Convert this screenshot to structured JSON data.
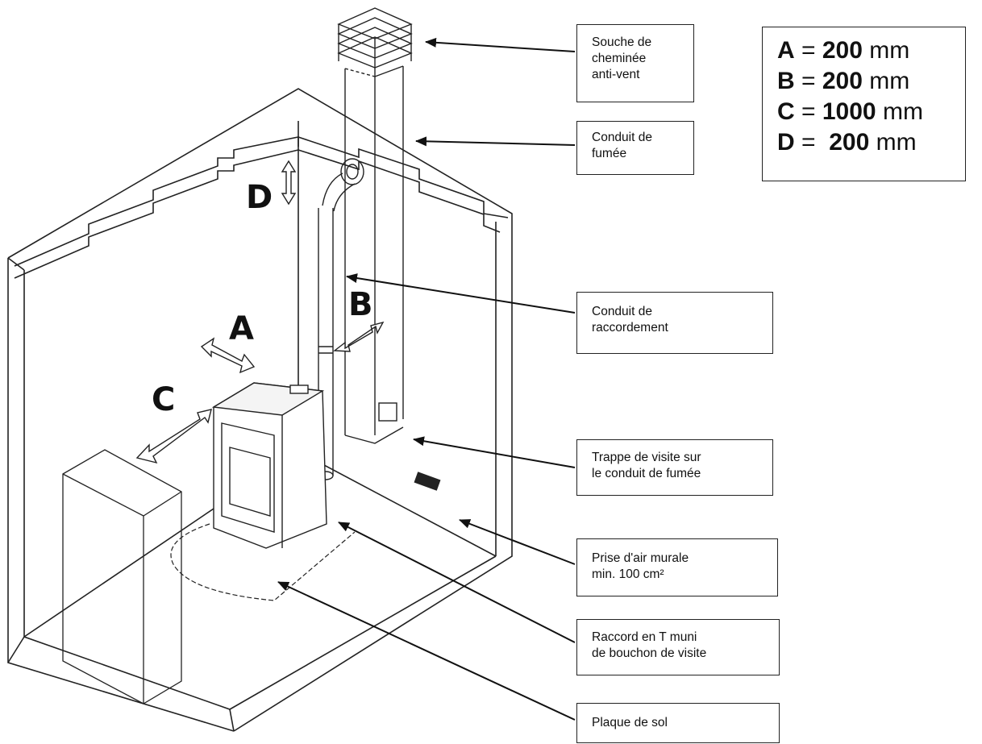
{
  "callouts": {
    "souche": [
      "Souche de",
      "cheminée",
      "anti-vent"
    ],
    "conduit_fumee": [
      "Conduit de",
      "fumée"
    ],
    "conduit_raccordement": [
      "Conduit de",
      "raccordement"
    ],
    "trappe": [
      "Trappe de visite sur",
      "le conduit de fumée"
    ],
    "prise_air": [
      "Prise d'air murale",
      "min. 100 cm²"
    ],
    "raccord_t": [
      "Raccord en T muni",
      "de bouchon de visite"
    ],
    "plaque_sol": [
      "Plaque de sol"
    ]
  },
  "legend": [
    {
      "key": "A",
      "eq": " = ",
      "value": "200",
      "unit": " mm"
    },
    {
      "key": "B",
      "eq": " = ",
      "value": "200",
      "unit": " mm"
    },
    {
      "key": "C",
      "eq": " = ",
      "value": "1000",
      "unit": " mm"
    },
    {
      "key": "D",
      "eq": " =  ",
      "value": "200",
      "unit": " mm"
    }
  ],
  "dimension_labels": {
    "a": "A",
    "b": "B",
    "c": "C",
    "d": "D"
  },
  "colors": {
    "line": "#1a1a1a",
    "wall_edge": "#333333"
  }
}
